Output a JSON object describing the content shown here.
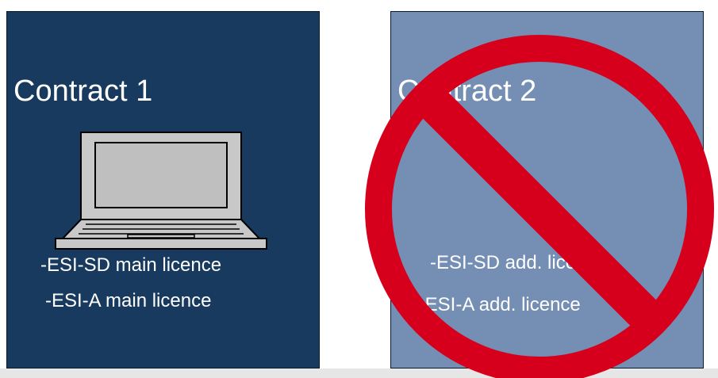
{
  "colors": {
    "contract1_fill": "#173a5e",
    "contract2_fill": "#758fb4",
    "prohibited_red": "#d6001c",
    "text": "#ffffff"
  },
  "contract1": {
    "title": "Contract 1",
    "icon": "laptop-icon",
    "licences": [
      "-ESI-SD main licence",
      "-ESI-A main licence"
    ]
  },
  "contract2": {
    "title": "Contract 2",
    "icon": "prohibited-sign-icon",
    "licences": [
      "-ESI-SD add. licence",
      "- ESI-A add. licence"
    ]
  }
}
